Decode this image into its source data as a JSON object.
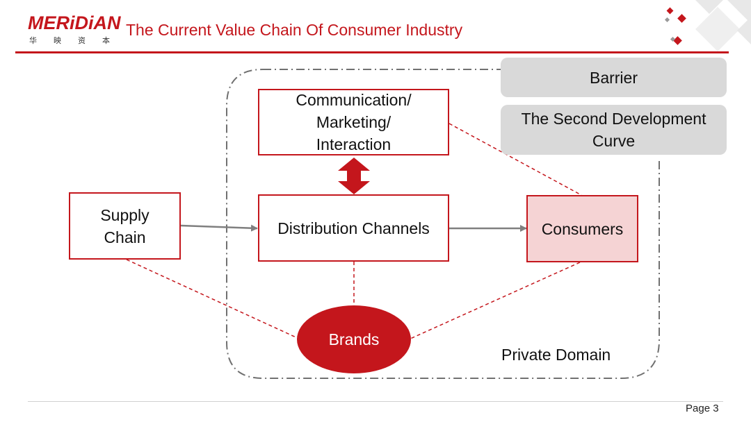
{
  "header": {
    "logo_text": "MERiDiAN",
    "logo_subtitle": [
      "华",
      "映",
      "资",
      "本"
    ],
    "title": "The Current Value Chain Of Consumer Industry"
  },
  "diagram": {
    "nodes": {
      "communication": [
        "Communication/",
        "Marketing/",
        "Interaction"
      ],
      "supply_chain": [
        "Supply",
        "Chain"
      ],
      "distribution": "Distribution Channels",
      "consumers": "Consumers",
      "brands": "Brands"
    },
    "callouts": {
      "barrier": "Barrier",
      "second_curve": [
        "The Second Development",
        "Curve"
      ]
    },
    "region_label": "Private Domain"
  },
  "footer": {
    "page": "Page 3"
  },
  "colors": {
    "accent": "#c4161c",
    "consumers_fill": "#f5d3d4",
    "callout_fill": "#d9d9d9",
    "arrow_gray": "#7f7f7f"
  }
}
